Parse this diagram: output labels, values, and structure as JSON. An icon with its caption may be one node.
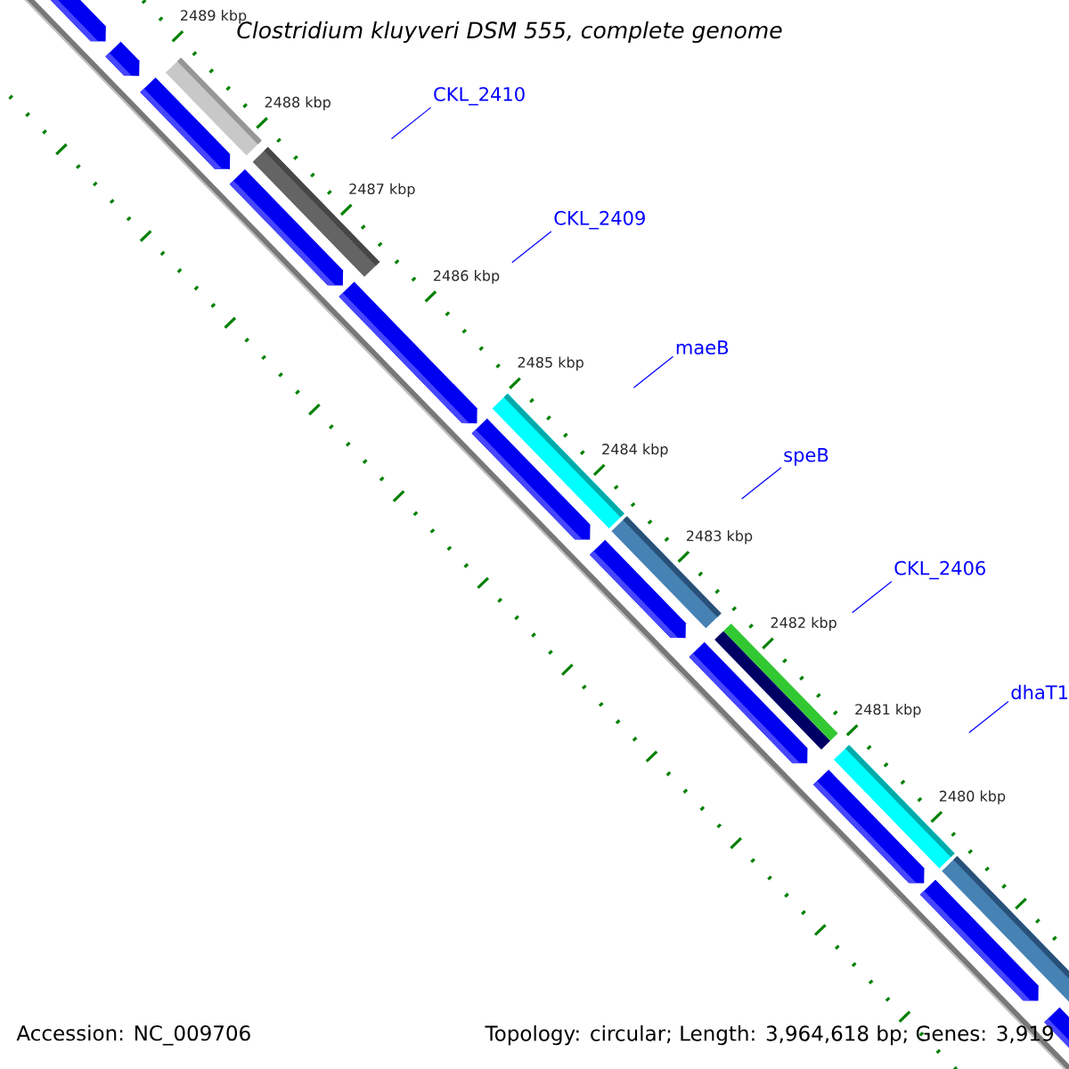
{
  "diagram": {
    "title": "*Clostridium kluyveri* DSM 555, complete genome",
    "nodes": [
      {
        "text": [
          "CKL_2410"
        ]
      },
      {
        "text": [
          "CKL_2409"
        ]
      },
      {
        "text": [
          "maeB"
        ]
      },
      {
        "text": [
          "speB"
        ]
      },
      {
        "text": [
          "CKL_2406"
        ]
      },
      {
        "text": [
          "dhaT1"
        ]
      }
    ],
    "edges": [
      {
        "from": 0,
        "to": null,
        "arrow": "none"
      },
      {
        "from": 1,
        "to": null,
        "arrow": "none"
      },
      {
        "from": 2,
        "to": null,
        "arrow": "none"
      },
      {
        "from": 3,
        "to": null,
        "arrow": "none"
      },
      {
        "from": 4,
        "to": null,
        "arrow": "none"
      },
      {
        "from": 5,
        "to": null,
        "arrow": "none"
      }
    ],
    "labels": [
      "2489 kbp",
      "2488 kbp",
      "2487 kbp",
      "2486 kbp",
      "2485 kbp",
      "2484 kbp",
      "2483 kbp",
      "2482 kbp",
      "2481 kbp",
      "2480 kbp",
      "Accession: NC_009706",
      "Topology: circular; Length: 3,964,618 bp; Genes: 3,919"
    ]
  }
}
